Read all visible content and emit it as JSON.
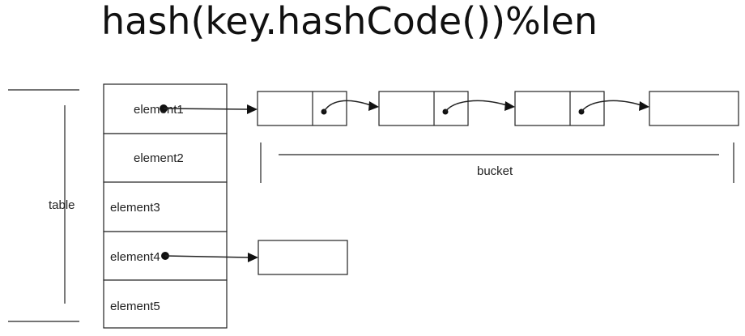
{
  "title": "hash(key.hashCode())%len",
  "table_label": "table",
  "bucket_label": "bucket",
  "table_cells": [
    {
      "label": "element1"
    },
    {
      "label": "element2"
    },
    {
      "label": "element3"
    },
    {
      "label": "element4"
    },
    {
      "label": "element5"
    }
  ],
  "colors": {
    "stroke": "#222222",
    "text": "#222222",
    "background": "#ffffff"
  }
}
